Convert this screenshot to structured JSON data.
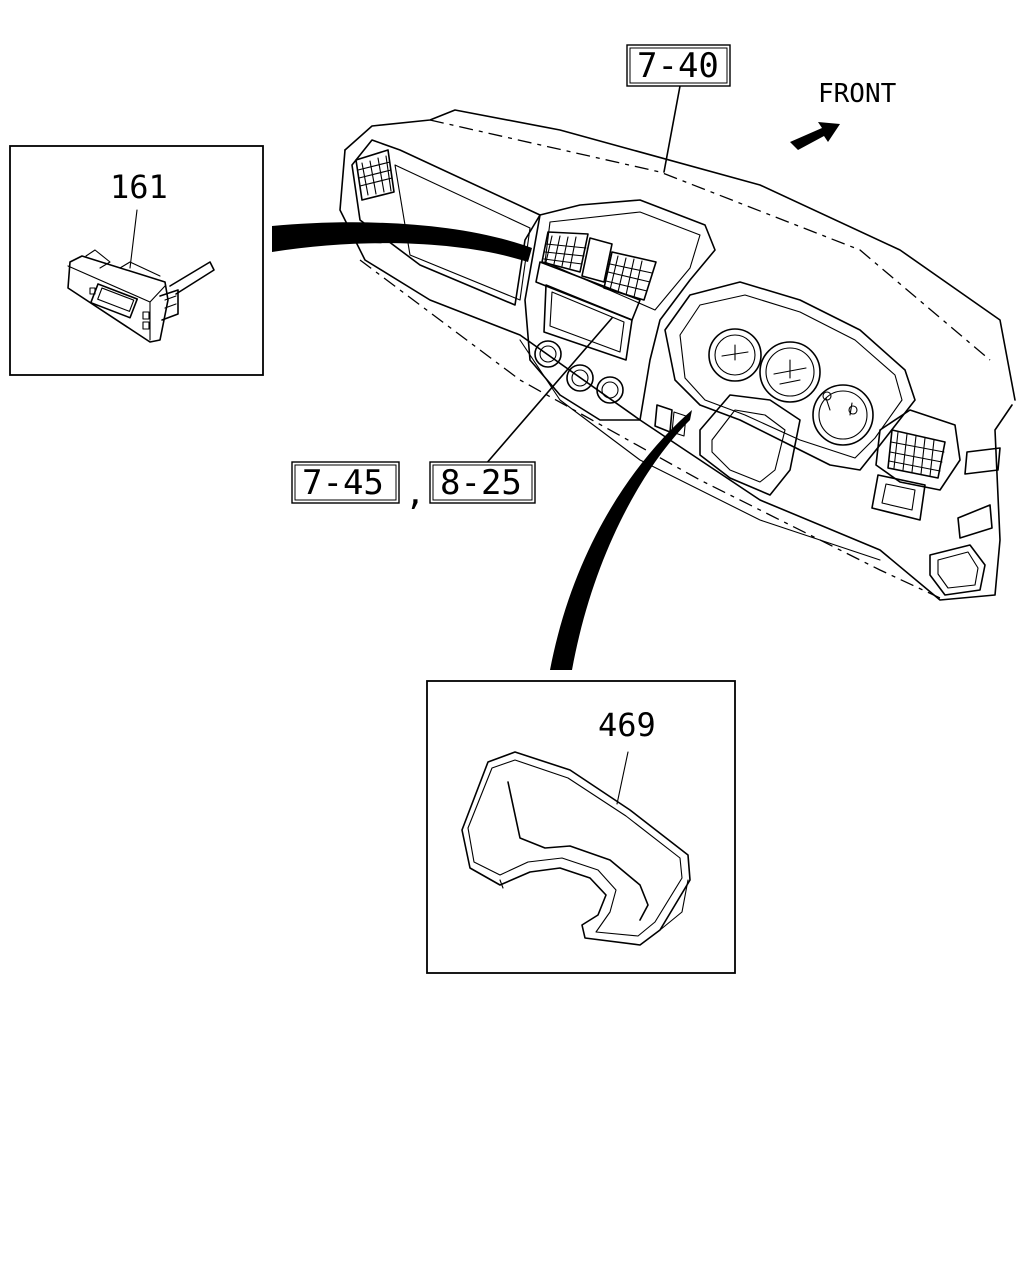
{
  "direction_label": "FRONT",
  "reference_boxes": {
    "dashboard": "7-40",
    "center_panel_a": "7-45",
    "center_panel_b": "8-25",
    "separator": ","
  },
  "parts": {
    "switch": "161",
    "meter_bezel": "469"
  }
}
